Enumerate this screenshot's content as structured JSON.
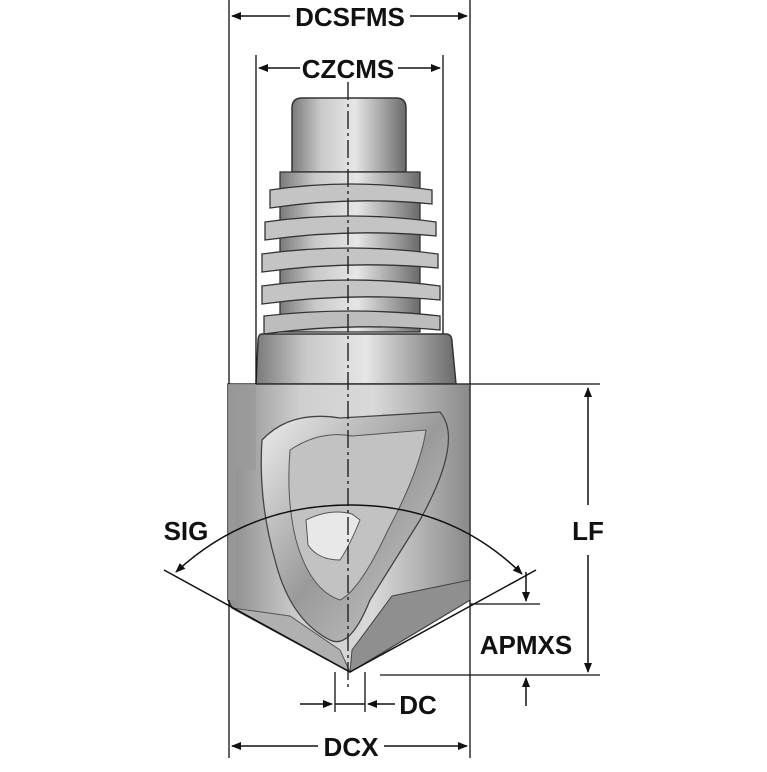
{
  "labels": {
    "dcsfms": "DCSFMS",
    "czcms": "CZCMS",
    "sig": "SIG",
    "lf": "LF",
    "apmxs": "APMXS",
    "dc": "DC",
    "dcx": "DCX"
  },
  "colors": {
    "background": "#ffffff",
    "line": "#111111",
    "metal_light": "#d8d8d8",
    "metal_mid": "#a8a8a8",
    "metal_dark": "#6e6e6e"
  }
}
